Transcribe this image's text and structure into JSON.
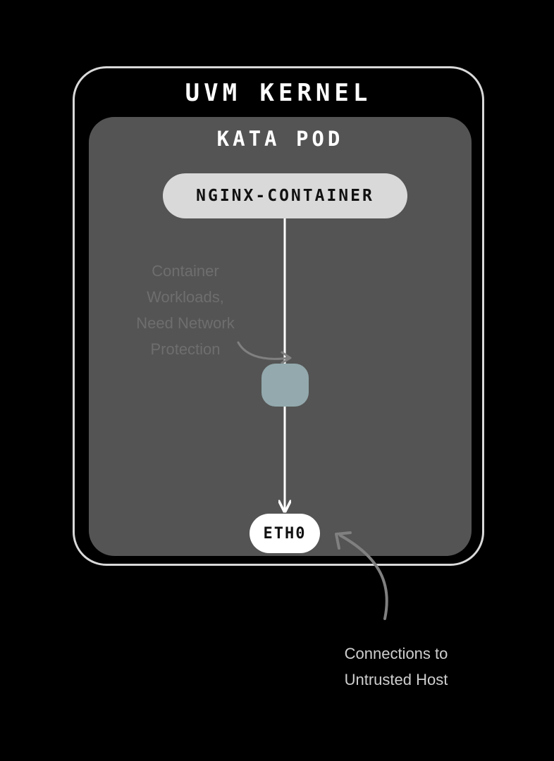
{
  "uvm": {
    "title": "UVM KERNEL"
  },
  "pod": {
    "title": "KATA POD"
  },
  "container": {
    "label": "NGINX-CONTAINER"
  },
  "interface": {
    "label": "ETH0"
  },
  "annotations": {
    "workload_lines": [
      "Container",
      "Workloads,",
      "Need Network",
      "Protection"
    ],
    "host_lines": [
      "Connections to",
      "Untrusted Host"
    ]
  },
  "colors": {
    "background": "#000000",
    "uvm_border": "#d9d9d9",
    "pod_fill": "#545454",
    "container_fill": "#d9d9d9",
    "node_fill": "#93a9ad",
    "interface_fill": "#ffffff",
    "arrow": "#ffffff",
    "annotation_arrow": "#808080"
  }
}
